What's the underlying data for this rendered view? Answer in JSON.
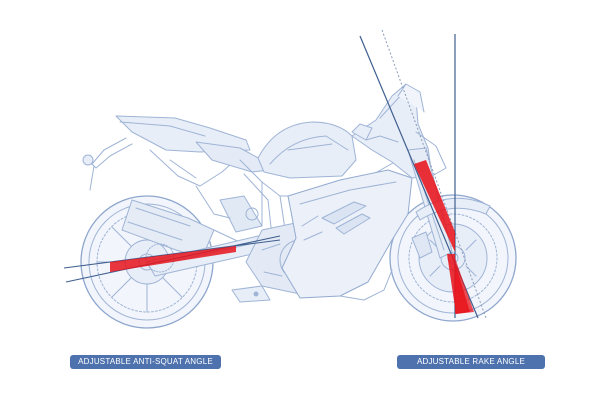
{
  "labels": {
    "anti_squat": "ADJUSTABLE ANTI-SQUAT ANGLE",
    "rake": "ADJUSTABLE RAKE ANGLE"
  },
  "colors": {
    "background": "#ffffff",
    "sketch_line": "#9fb4d6",
    "sketch_fill": "#e8eef8",
    "geometry_line": "#3f5f8f",
    "highlight": "#e8141c",
    "label_bg": "#4e72ad",
    "label_text": "#ffffff"
  },
  "icons": {
    "motorcycle": "sport-bike-wireframe"
  }
}
